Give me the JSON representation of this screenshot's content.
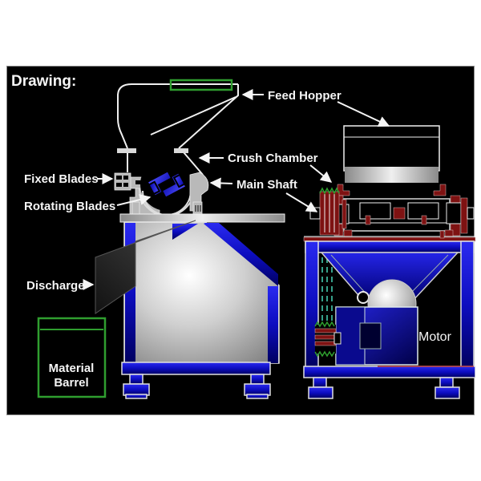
{
  "canvas": {
    "title": "Drawing:"
  },
  "labels": {
    "feed_hopper": "Feed Hopper",
    "crush_chamber": "Crush Chamber",
    "main_shaft": "Main Shaft",
    "fixed_blades": "Fixed Blades",
    "rotating_blades": "Rotating Blades",
    "discharge": "Discharge",
    "motor": "Motor",
    "material_barrel": {
      "line1": "Material",
      "line2": "Barrel"
    }
  },
  "colors": {
    "page_background": "#ffffff",
    "canvas_background": "#000000",
    "outline": "#f0f0f0",
    "label_text": "#f5f5f5",
    "machine_blue": "#1c1cdf",
    "machine_blue_dark": "#000066",
    "housing_gray": "#b9b9b9",
    "green_accent": "#2f9e2f",
    "maroon": "#7e1212",
    "teal_belt": "#36a08a",
    "chute_dark": "#222222"
  }
}
